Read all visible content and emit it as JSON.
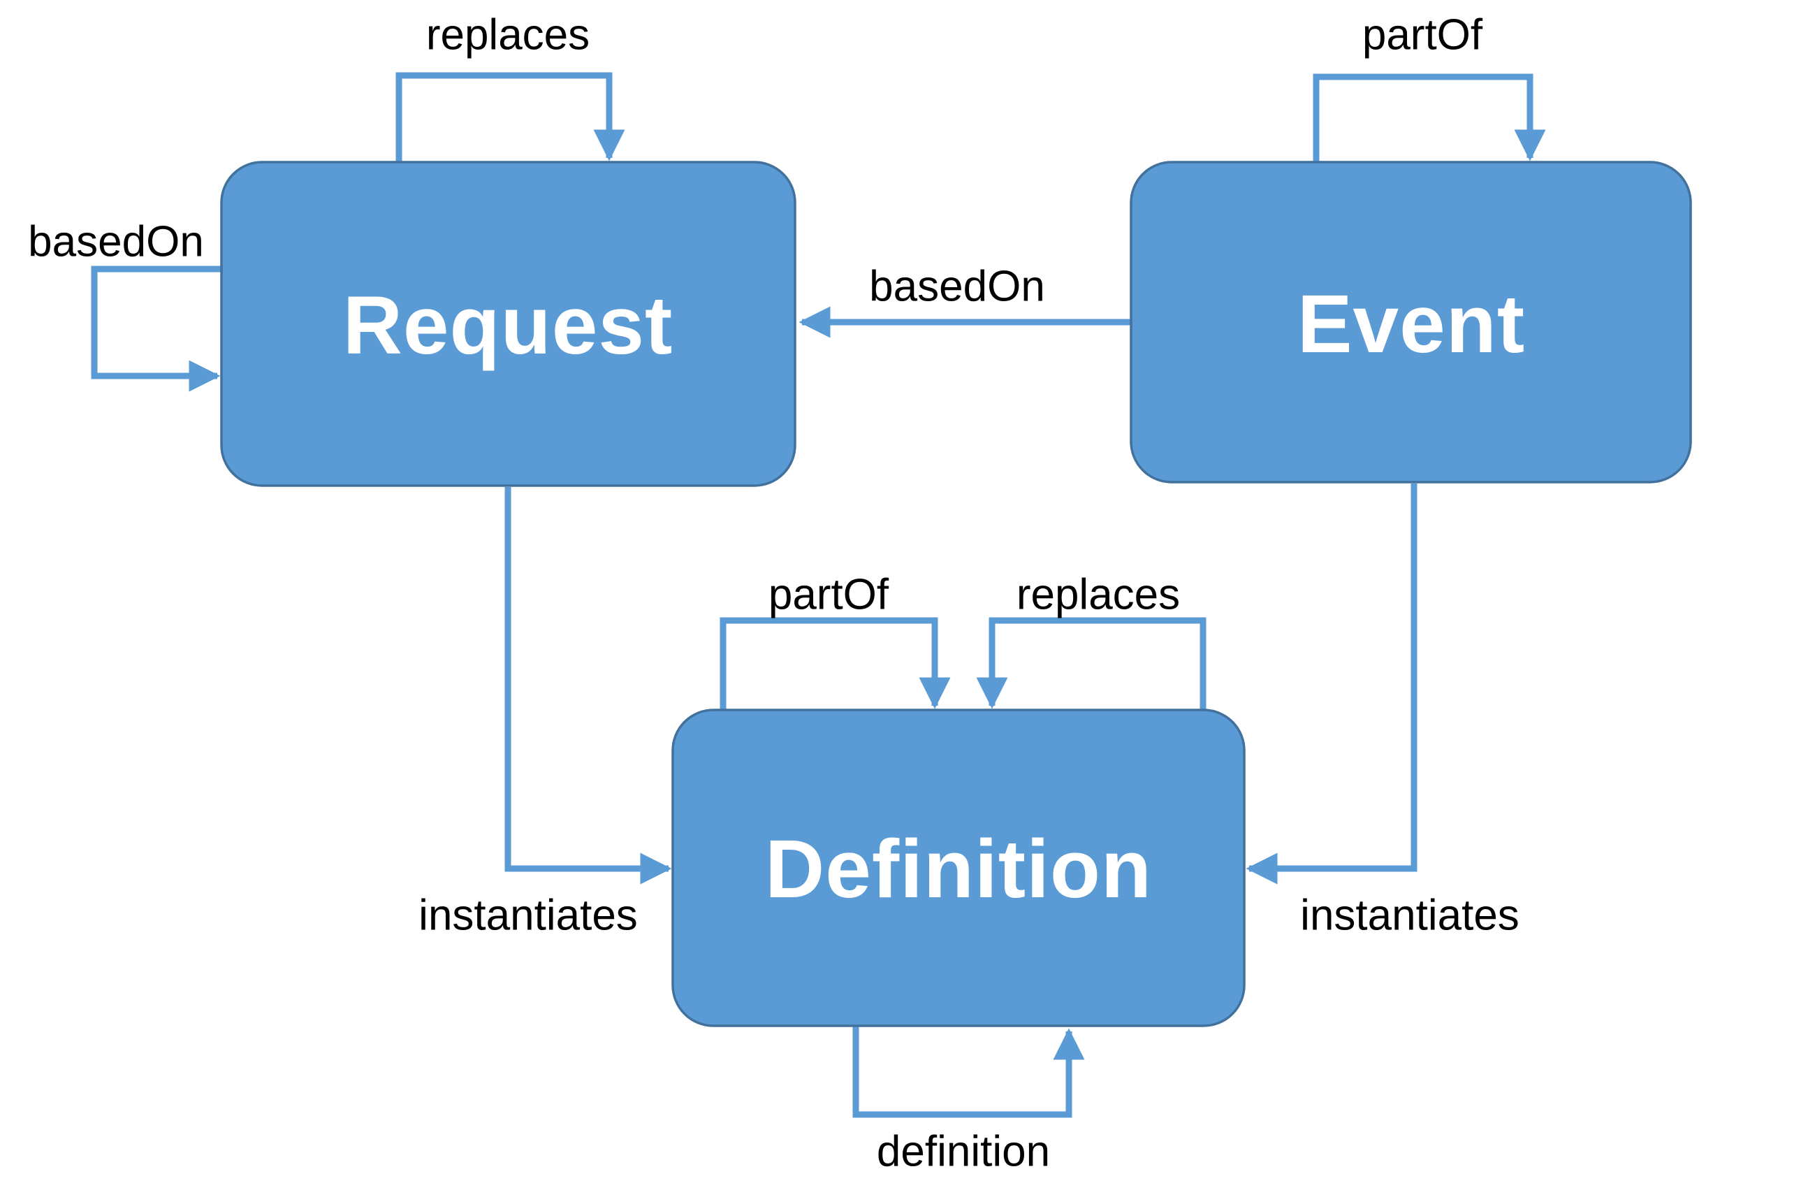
{
  "colors": {
    "node_fill": "#5B9BD5",
    "node_border": "#41719C",
    "connector": "#5B9BD5",
    "node_text": "#FFFFFF",
    "label_text": "#000000",
    "background": "#FFFFFF"
  },
  "nodes": {
    "request": "Request",
    "event": "Event",
    "definition": "Definition"
  },
  "edge_labels": {
    "request_replaces_self": "replaces",
    "request_basedOn_self": "basedOn",
    "event_partOf_self": "partOf",
    "event_to_request_basedOn": "basedOn",
    "request_to_definition_instantiates": "instantiates",
    "event_to_definition_instantiates": "instantiates",
    "definition_partOf_self": "partOf",
    "definition_replaces_self": "replaces",
    "definition_definition_self": "definition"
  }
}
